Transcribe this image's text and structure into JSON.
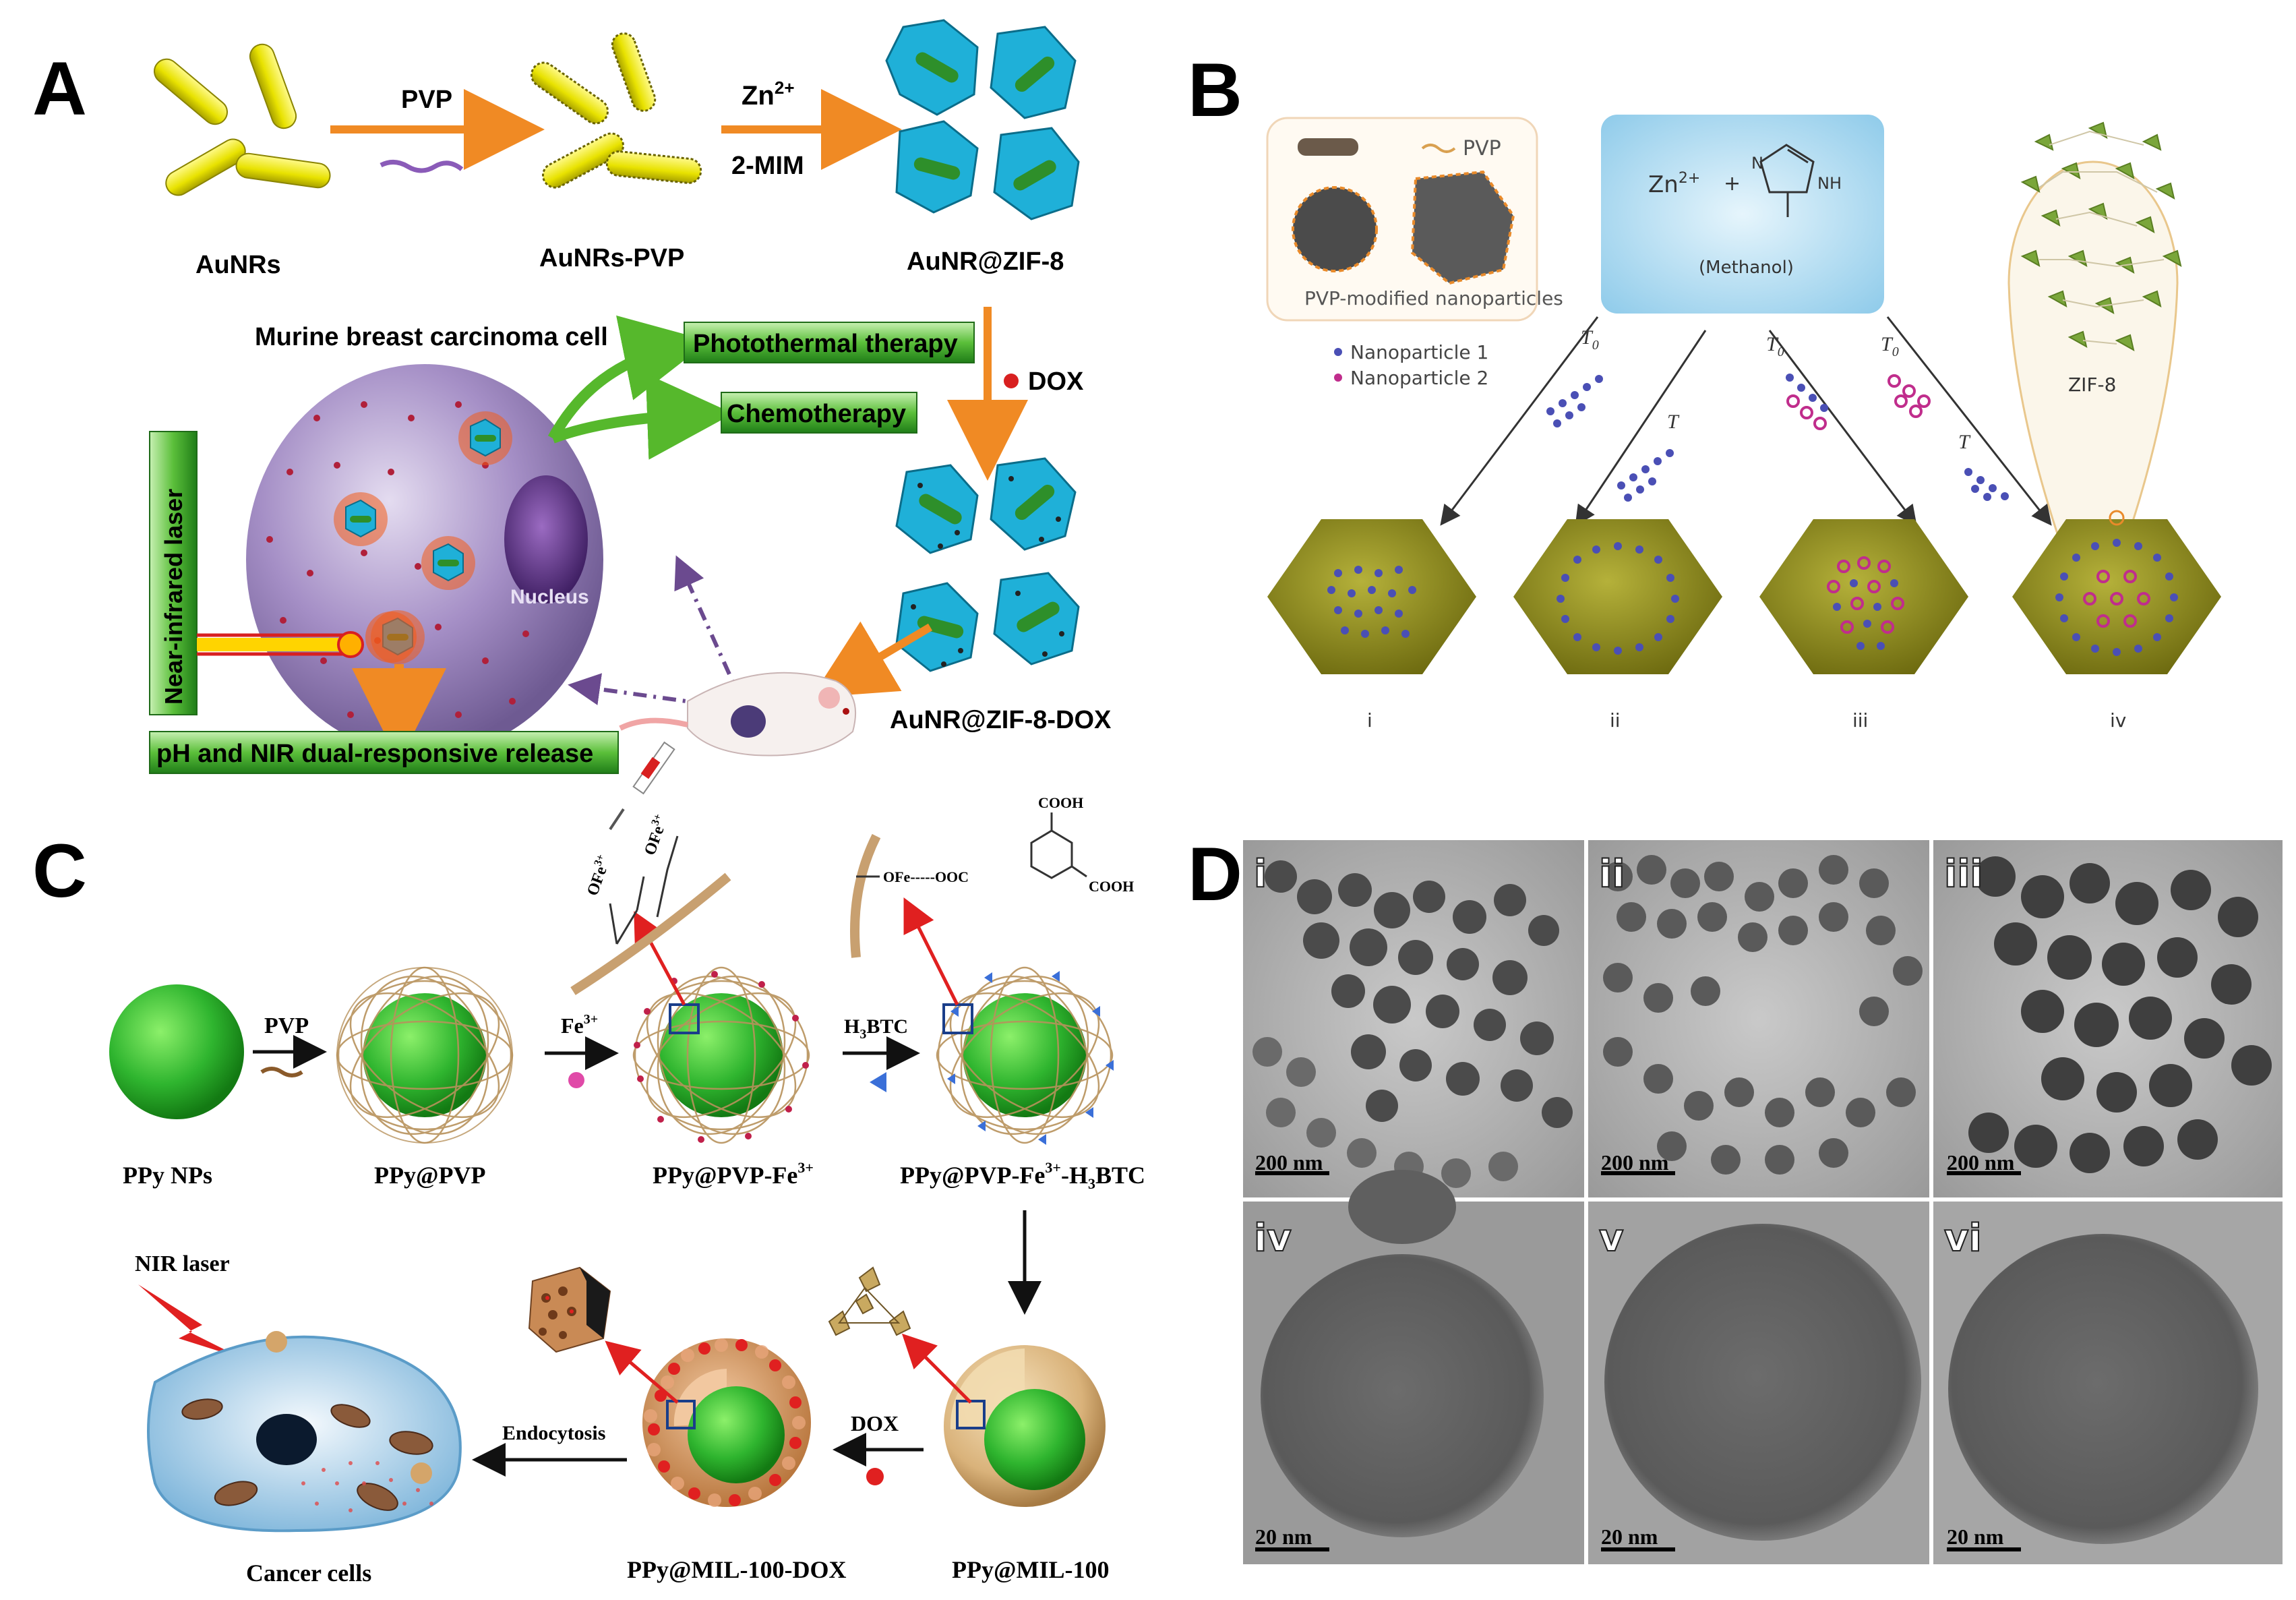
{
  "panels": {
    "a": {
      "letter": "A",
      "steps": [
        "AuNRs",
        "AuNRs-PVP",
        "AuNR@ZIF-8",
        "AuNR@ZIF-8-DOX"
      ],
      "reagents": {
        "pvp": "PVP",
        "zn": "Zn",
        "zn_charge": "2+",
        "mim": "2-MIM",
        "dox": "DOX"
      },
      "cell_title": "Murine breast carcinoma cell",
      "nucleus": "Nucleus",
      "therapies": [
        "Photothermal therapy",
        "Chemotherapy"
      ],
      "laser": "Near-infrared laser",
      "release": "pH and NIR dual-responsive release",
      "colors": {
        "green_box": "#2f9e2f",
        "arrow": "#f08a24",
        "gold": "#e8e200",
        "zif": "#1fb0d8",
        "cell": "#a58fc6"
      }
    },
    "b": {
      "letter": "B",
      "pvp": "PVP",
      "modified": "PVP-modified nanoparticles",
      "zn": "Zn",
      "zn_charge": "2+",
      "plus": "+",
      "nh": "NH",
      "n": "N",
      "solvent": "(Methanol)",
      "legend": [
        "Nanoparticle 1",
        "Nanoparticle 2"
      ],
      "t0": "T",
      "t0_sub": "0",
      "t": "T",
      "zif": "ZIF-8",
      "subs": [
        "i",
        "ii",
        "iii",
        "iv"
      ],
      "colors": {
        "np1": "#4a4fb5",
        "np2": "#c02d8c",
        "crystal": "#8f8b1f",
        "blue_box": "#a8d8f0"
      }
    },
    "c": {
      "letter": "C",
      "steps": [
        "PPy NPs",
        "PPy@PVP",
        "PPy@PVP-Fe",
        "PPy@PVP-Fe",
        "PPy@MIL-100",
        "PPy@MIL-100-DOX",
        "Cancer cells"
      ],
      "fe_charge": "3+",
      "h3btc_tail": "-H",
      "h3btc_sub": "3",
      "h3btc_end": "BTC",
      "reagents": {
        "pvp": "PVP",
        "fe": "Fe",
        "h": "H",
        "h_sub": "3",
        "btc": "BTC",
        "dox": "DOX",
        "endo": "Endocytosis"
      },
      "laser": "NIR laser",
      "chem": {
        "ofe": "OFe",
        "cooh": "COOH",
        "ofe_chain": "OFe-----OOC"
      },
      "colors": {
        "core": "#2fb52f",
        "shell": "#d9b27a",
        "wire": "#b8925c"
      }
    },
    "d": {
      "letter": "D",
      "subs": [
        "i",
        "ii",
        "iii",
        "iv",
        "v",
        "vi"
      ],
      "scales": [
        "200 nm",
        "200 nm",
        "200 nm",
        "20 nm",
        "20 nm",
        "20 nm"
      ]
    }
  }
}
